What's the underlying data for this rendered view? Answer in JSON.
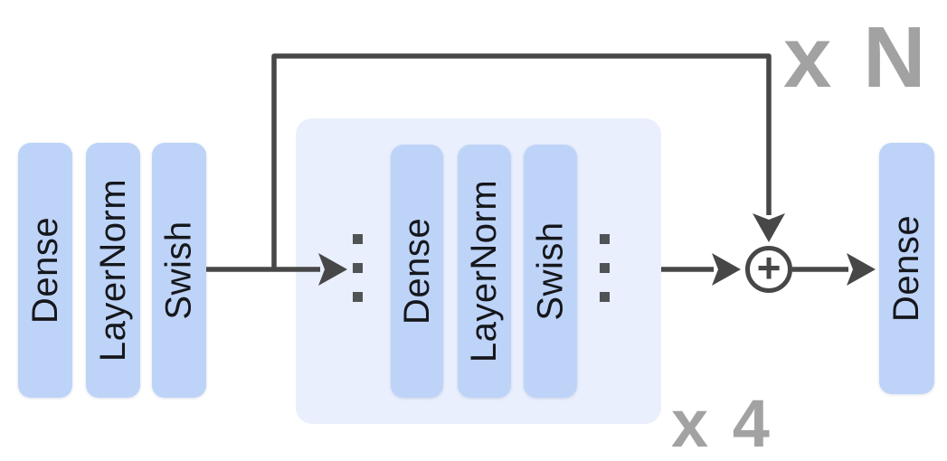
{
  "diagram": {
    "input_stack": {
      "layers": [
        "Dense",
        "LayerNorm",
        "Swish"
      ]
    },
    "repeated_block": {
      "layers": [
        "Dense",
        "LayerNorm",
        "Swish"
      ],
      "repeat_label": "x 4"
    },
    "outer_loop": {
      "repeat_label": "x N"
    },
    "sum_node": {
      "symbol": "+"
    },
    "output_block": {
      "label": "Dense"
    }
  },
  "colors": {
    "block_fill": "#bed3f8",
    "container_fill": "#e9effc",
    "connector": "#474747",
    "repeat_text": "#a2a2a2",
    "block_text": "#15171b",
    "dot": "#4f5356",
    "canvas_bg": "#ffffff"
  }
}
